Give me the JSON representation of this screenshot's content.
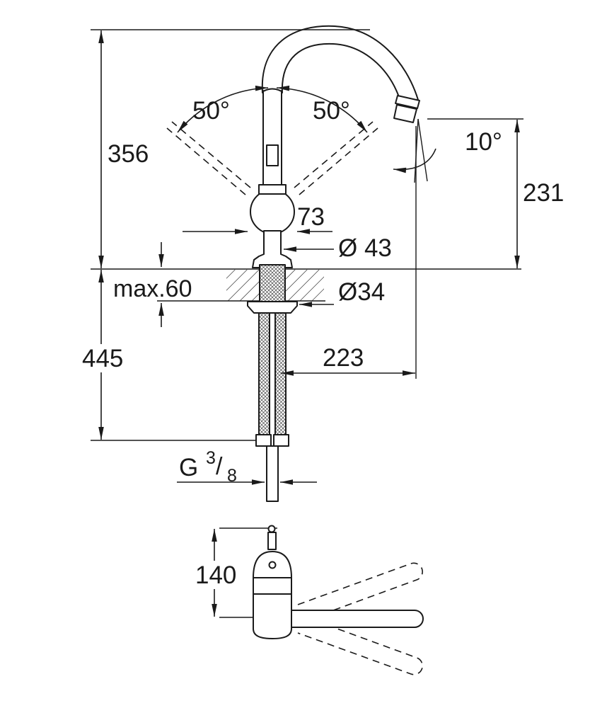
{
  "page": {
    "background": "#ffffff",
    "line_color": "#1a1a1a"
  },
  "main_view": {
    "dim_total_height_above": "356",
    "dim_total_height_below": "445",
    "dim_outlet_height": "231",
    "dim_projection": "223",
    "dim_ball_housing": "73",
    "dim_base_diameter": "Ø 43",
    "dim_shank_diameter": "Ø34",
    "dim_max_mounting_thickness": "max.60",
    "angle_swivel_left": "50°",
    "angle_swivel_right": "50°",
    "angle_outlet": "10°",
    "thread_g": "G",
    "thread_numerator": "3",
    "thread_slash": "/",
    "thread_denominator": "8"
  },
  "bottom_view": {
    "dim_handle_height": "140"
  }
}
